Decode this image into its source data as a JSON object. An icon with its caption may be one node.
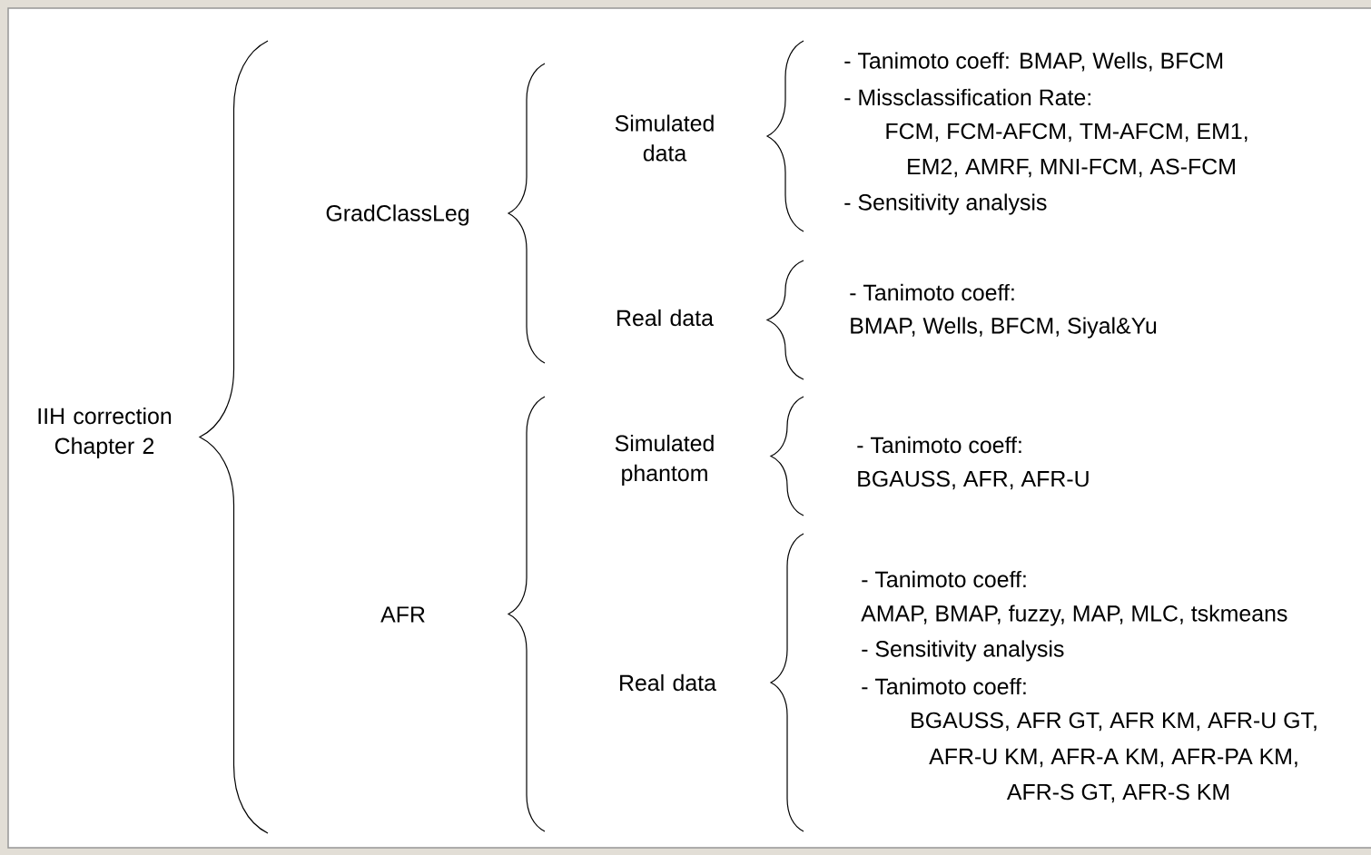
{
  "diagram": {
    "labels": [
      "IIH correction Chapter 2",
      "GradClassLeg",
      "AFR",
      "Simulated data",
      "Real data",
      "Simulated phantom",
      "Real data",
      "- Tanimoto coeff: BMAP, Wells, BFCM",
      "- Missclassification Rate:",
      "FCM, FCM-AFCM, TM-AFCM, EM1,",
      "EM2, AMRF, MNI-FCM, AS-FCM",
      "- Sensitivity analysis",
      "- Tanimoto coeff:",
      "BMAP, Wells, BFCM, Siyal&Yu",
      "- Tanimoto coeff:",
      "BGAUSS, AFR, AFR-U",
      "- Tanimoto coeff:",
      "AMAP, BMAP, fuzzy, MAP, MLC, tskmeans",
      "- Sensitivity analysis",
      "- Tanimoto coeff:",
      "BGAUSS, AFR GT, AFR KM, AFR-U GT,",
      "AFR-U KM, AFR-A KM, AFR-PA KM,",
      "AFR-S GT, AFR-S KM"
    ]
  }
}
